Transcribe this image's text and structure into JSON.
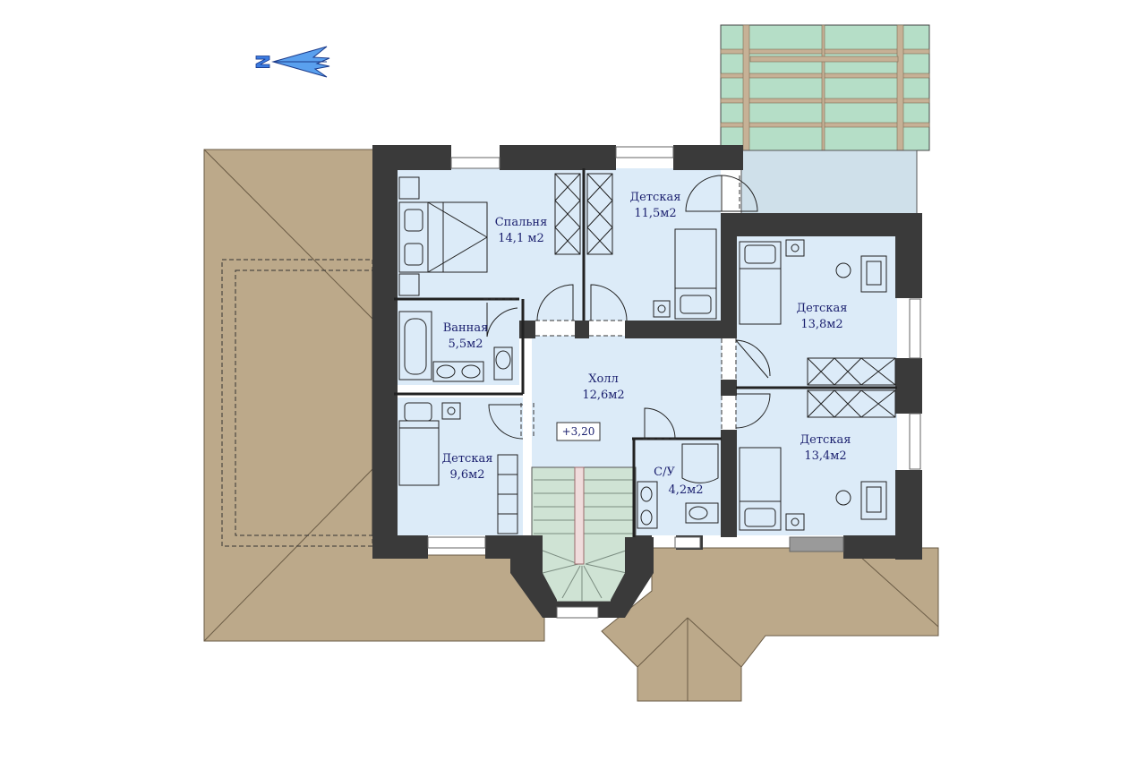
{
  "north_marker": {
    "letter": "N"
  },
  "rooms": [
    {
      "id": "bedroom",
      "name": "Спальня",
      "area": "14,1 м2"
    },
    {
      "id": "child1",
      "name": "Детская",
      "area": "11,5м2"
    },
    {
      "id": "child2",
      "name": "Детская",
      "area": "13,8м2"
    },
    {
      "id": "bathroom",
      "name": "Ванная",
      "area": "5,5м2"
    },
    {
      "id": "hall",
      "name": "Холл",
      "area": "12,6м2"
    },
    {
      "id": "child3",
      "name": "Детская",
      "area": "9,6м2"
    },
    {
      "id": "wc",
      "name": "С/У",
      "area": "4,2м2"
    },
    {
      "id": "child4",
      "name": "Детская",
      "area": "13,4м2"
    }
  ],
  "elevation_mark": "+3,20",
  "colors": {
    "floor": "#dcebf8",
    "wall": "#3a3a3a",
    "roof": "#bca98a",
    "stair": "#cfe3d4",
    "balcony": "#b5dec7",
    "terrace": "#cfe0ea",
    "label": "#1a1f6e",
    "north_arrow": "#3b7be0"
  }
}
